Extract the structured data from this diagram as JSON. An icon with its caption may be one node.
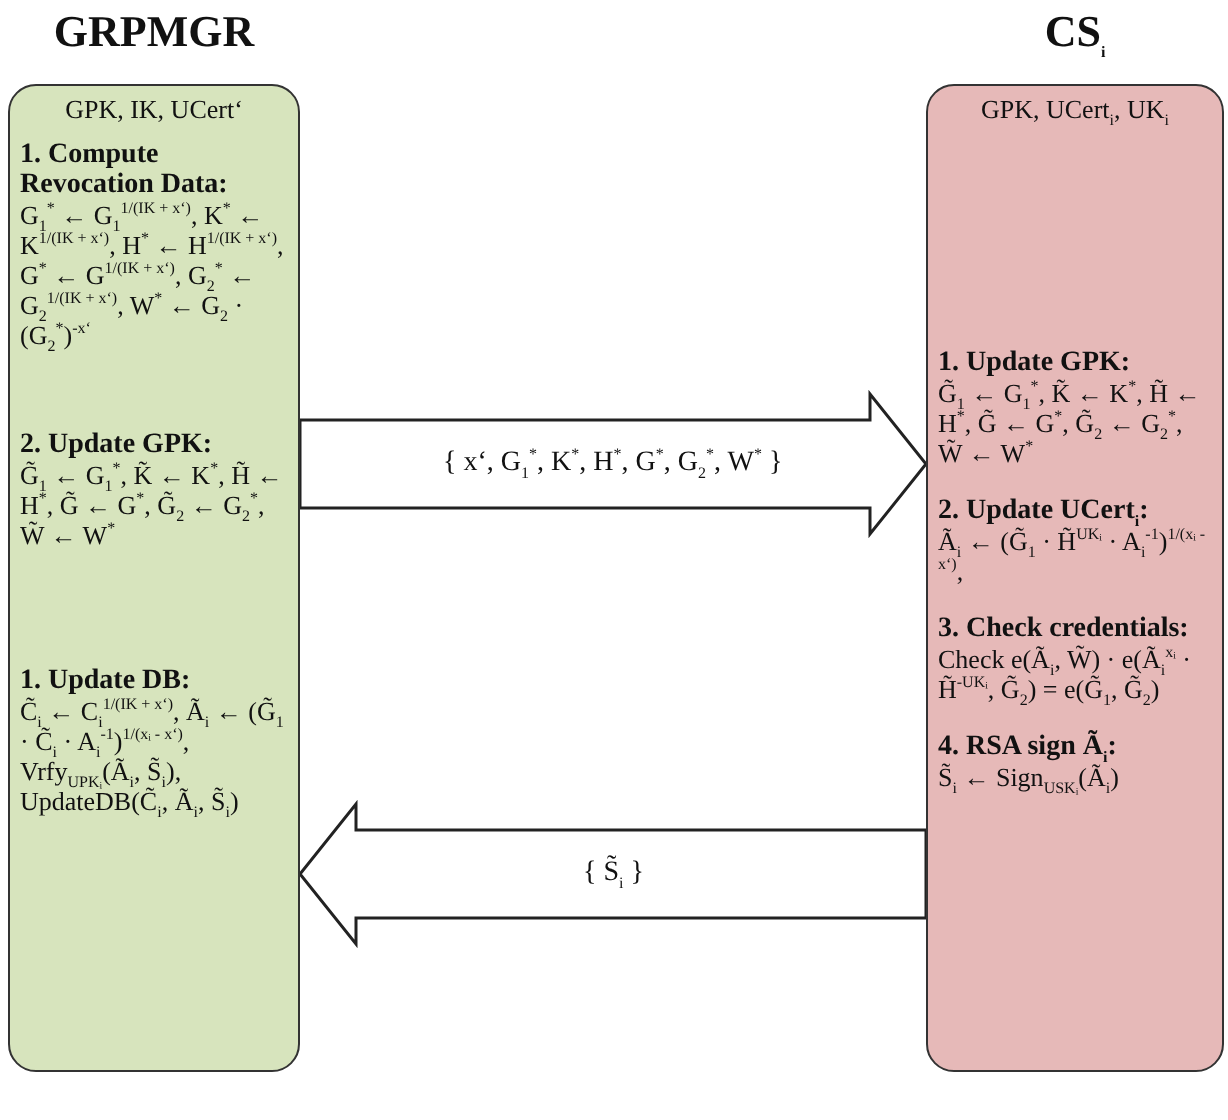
{
  "diagram": {
    "nodes": [
      {
        "text": [
          "GRPMGR",
          "GPK, IK, UCert‘",
          "**1. Compute Revocation Data:** G$_{1}$$^{*}$ ← G$_{1}$$^{1/(IK + x‘)}$, K$^{*}$ ← K$^{1/(IK + x‘)}$, H$^{*}$ ← H$^{1/(IK + x‘)}$, G$^{*}$ ← G$^{1/(IK + x‘)}$, G$_{2}$$^{*}$ ← G$_{2}$$^{1/(IK + x‘)}$, W$^{*}$ ← G$_{2}$ · (G$_{2}$$^{*}$)$^{-x‘}$",
          "**2. Update GPK:** G̃$_{1}$ ← G$_{1}$$^{*}$, K̃ ← K$^{*}$, H̃ ← H$^{*}$, G̃ ← G$^{*}$, G̃$_{2}$ ← G$_{2}$$^{*}$, W̃ ← W$^{*}$",
          "**1. Update DB:** C̃$_{i}$ ← C$_{i}$$^{1/(IK + x‘)}$, Ã$_{i}$ ← (G̃$_{1}$ · C̃$_{i}$ · A$_{i}$$^{-1}$)$^{1/(xᵢ - x‘)}$, Vrfy$_{UPKᵢ}$(Ã$_{i}$, S̃$_{i}$), UpdateDB(C̃$_{i}$, Ã$_{i}$, S̃$_{i}$)"
        ]
      },
      {
        "text": [
          "CS$_{i}$",
          "GPK, UCert$_{i}$, UK$_{i}$",
          "**1. Update GPK:** G̃$_{1}$ ← G$_{1}$$^{*}$, K̃ ← K$^{*}$, H̃ ← H$^{*}$, G̃ ← G$^{*}$, G̃$_{2}$ ← G$_{2}$$^{*}$, W̃ ← W$^{*}$",
          "**2. Update UCert$_{i}$:** Ã$_{i}$ ← (G̃$_{1}$ · H̃$^{UKᵢ}$ · A$_{i}$$^{-1}$)$^{1/(xᵢ - x‘)}$,",
          "**3. Check credentials:** Check e(Ã$_{i}$, W̃) · e(Ã$_{i}$$^{xᵢ}$ · H̃$^{-UKᵢ}$, G̃$_{2}$) = e(G̃$_{1}$, G̃$_{2}$)",
          "**4. RSA sign Ã$_{i}$:** S̃$_{i}$ ← Sign$_{USKᵢ}$(Ã$_{i}$)"
        ]
      }
    ],
    "edges": [
      {
        "from": 0,
        "to": 1,
        "arrow": "to",
        "label": "{ x‘, G$_{1}$$^{*}$, K$^{*}$, H$^{*}$, G$^{*}$, G$_{2}$$^{*}$, W$^{*}$ }"
      },
      {
        "from": 1,
        "to": 0,
        "arrow": "to",
        "label": "{ S̃$_{i}$ }"
      }
    ]
  }
}
